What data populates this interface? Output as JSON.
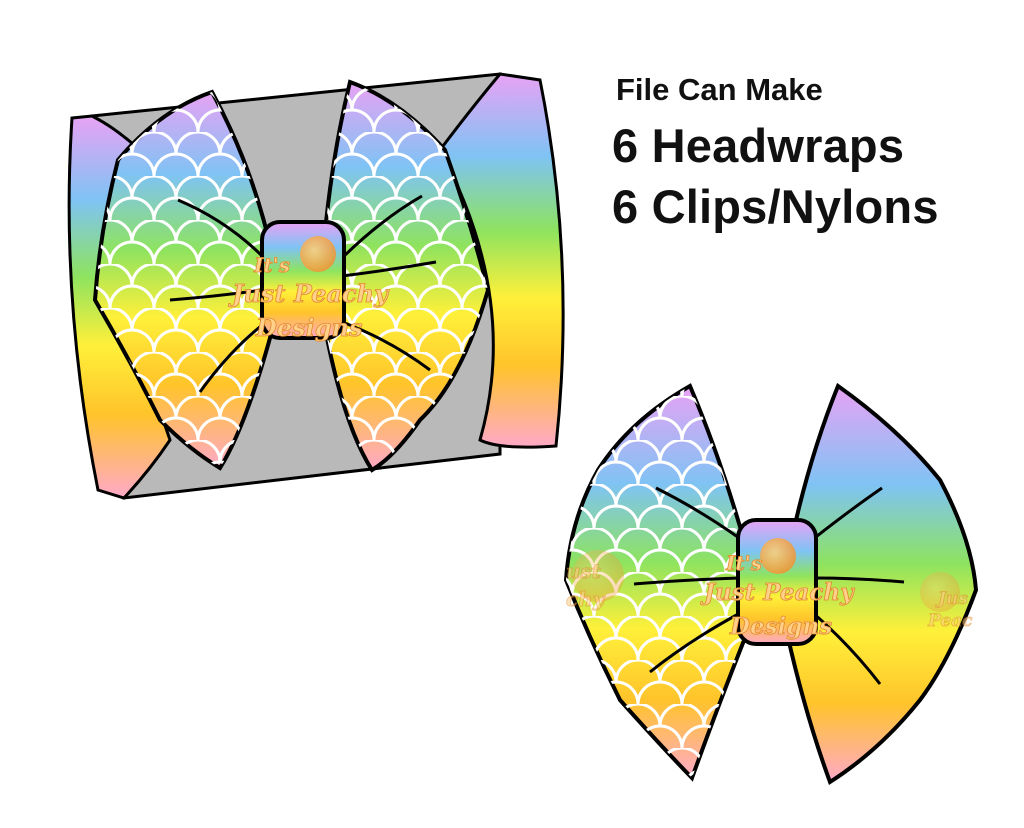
{
  "title": "File Can Make",
  "lines": [
    "6 Headwraps",
    "6 Clips/Nylons"
  ],
  "watermark": {
    "line1": "It's",
    "line2": "Just Peachy",
    "line3": "Designs",
    "side_left_1": "ust",
    "side_left_2": "chy",
    "side_right_1": "Jus",
    "side_right_2": "Peac"
  },
  "colors": {
    "band": "#b8b8b8",
    "outline": "#000000",
    "gradient": [
      "#e7a3f2",
      "#7cc4f2",
      "#8fe25e",
      "#ffee3a",
      "#ffc52a",
      "#ffa8c7"
    ],
    "peach": "#f5a23a"
  }
}
